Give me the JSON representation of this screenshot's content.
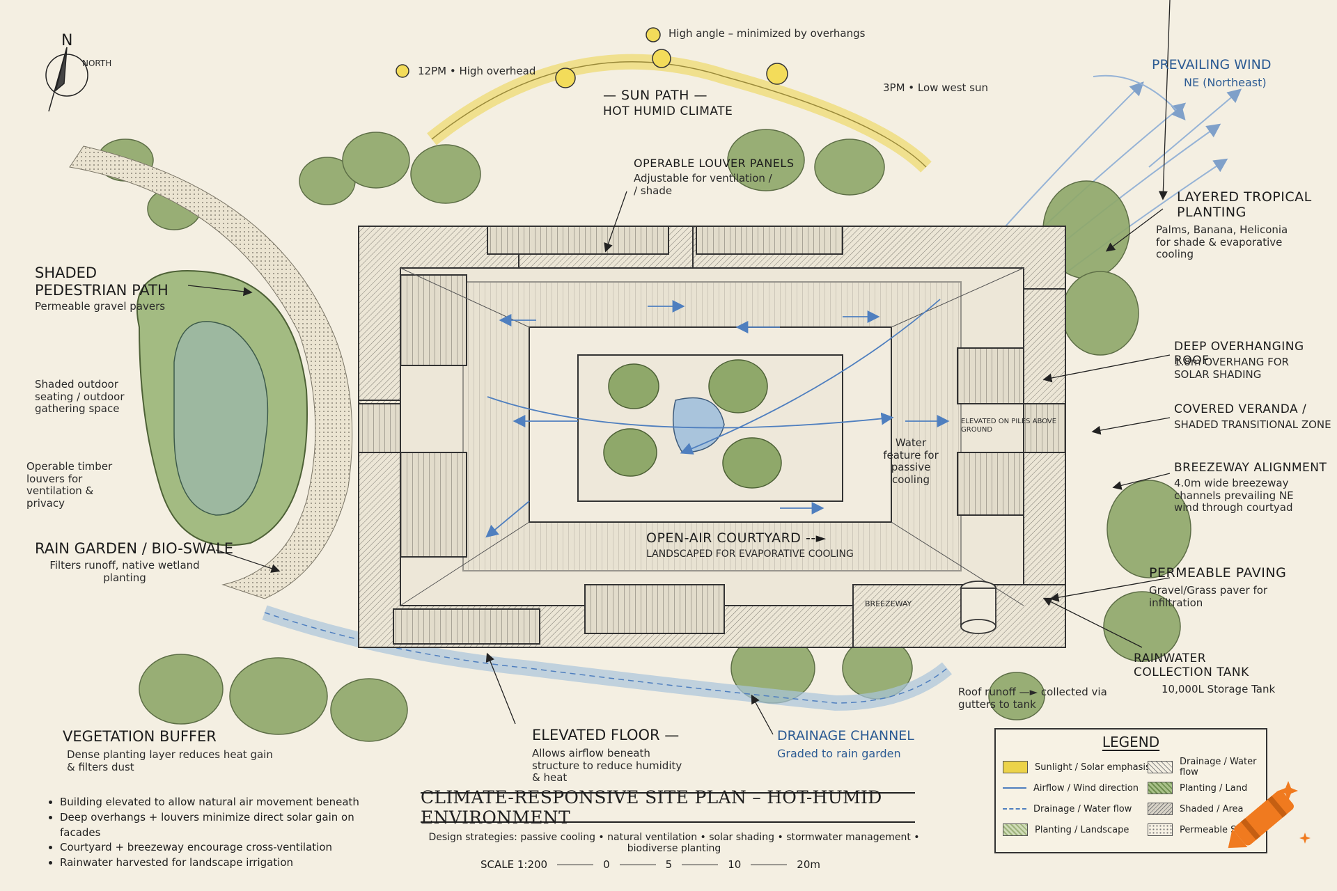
{
  "north": {
    "letter": "N",
    "label": "NORTH"
  },
  "sun_path": {
    "title": "— SUN PATH —",
    "subtitle": "HOT HUMID CLIMATE",
    "noon_label": "High angle – minimized by overhangs",
    "twelve_label": "12PM • High overhead",
    "three_label": "3PM • Low west sun"
  },
  "wind": {
    "title": "PREVAILING WIND",
    "subtitle": "NE (Northeast)"
  },
  "labels": {
    "louver_title": "OPERABLE LOUVER PANELS",
    "louver_sub": "Adjustable for ventilation / / shade",
    "path_title": "SHADED PEDESTRIAN PATH",
    "path_sub": "Permeable gravel pavers",
    "seating": "Shaded outdoor seating / outdoor gathering space",
    "timber": "Operable timber louvers for ventilation & privacy",
    "rain_title": "RAIN GARDEN / BIO-SWALE",
    "rain_sub": "Filters runoff, native wetland planting",
    "veg_title": "VEGETATION BUFFER",
    "veg_sub": "Dense planting layer reduces heat gain & filters dust",
    "tropical_title": "LAYERED TROPICAL PLANTING",
    "tropical_sub": "Palms, Banana, Heliconia for shade & evaporative cooling",
    "roof_title": "DEEP OVERHANGING ROOF",
    "roof_sub": "1.8m OVERHANG FOR SOLAR SHADING",
    "veranda_title": "COVERED VERANDA /",
    "veranda_sub": "SHADED TRANSITIONAL ZONE",
    "breeze_title": "BREEZEWAY ALIGNMENT",
    "breeze_sub": "4.0m wide breezeway channels prevailing NE wind through courtyad",
    "paving_title": "PERMEABLE PAVING",
    "paving_sub": "Gravel/Grass paver for infiltration",
    "tank_title": "RAINWATER COLLECTION TANK",
    "tank_sub": "10,000L Storage Tank",
    "runoff": "Roof runoff —► collected via gutters to tank",
    "elevated_title": "ELEVATED FLOOR —",
    "elevated_sub": "Allows airflow beneath structure to reduce humidity & heat",
    "drainage_title": "DRAINAGE CHANNEL",
    "drainage_sub": "Graded to rain garden",
    "courtyard_title": "OPEN-AIR COURTYARD --►",
    "courtyard_sub": "LANDSCAPED FOR EVAPORATIVE COOLING",
    "water_feature": "Water feature for passive cooling",
    "piles": "ELEVATED ON PILES ABOVE GROUND",
    "breezeway_tag": "BREEZEWAY"
  },
  "bullets": [
    "Building elevated to allow natural air movement beneath",
    "Deep overhangs + louvers minimize direct solar gain on facades",
    "Courtyard + breezeway encourage cross-ventilation",
    "Rainwater harvested for landscape irrigation"
  ],
  "title": "CLIMATE-RESPONSIVE SITE PLAN – HOT-HUMID ENVIRONMENT",
  "subtitle": "Design strategies: passive cooling • natural ventilation • solar shading • stormwater management • biodiverse planting",
  "scale": {
    "label": "SCALE 1:200",
    "ticks": [
      "0",
      "5",
      "10",
      "20m"
    ]
  },
  "legend": {
    "title": "LEGEND",
    "left": [
      "Sunlight / Solar emphasis",
      "Airflow / Wind direction",
      "Drainage / Water flow",
      "Planting / Landscape"
    ],
    "right": [
      "Drainage / Water flow",
      "Planting / Land",
      "Shaded / Area",
      "Permeable Space"
    ]
  },
  "colors": {
    "sun": "#ecd349",
    "air": "#4f7fbf",
    "plant": "#7f9b5a",
    "ink": "#1f1f1f"
  },
  "icons": {
    "sun": "sun-icon",
    "north": "north-arrow-icon",
    "crayon": "crayon-logo-icon"
  }
}
